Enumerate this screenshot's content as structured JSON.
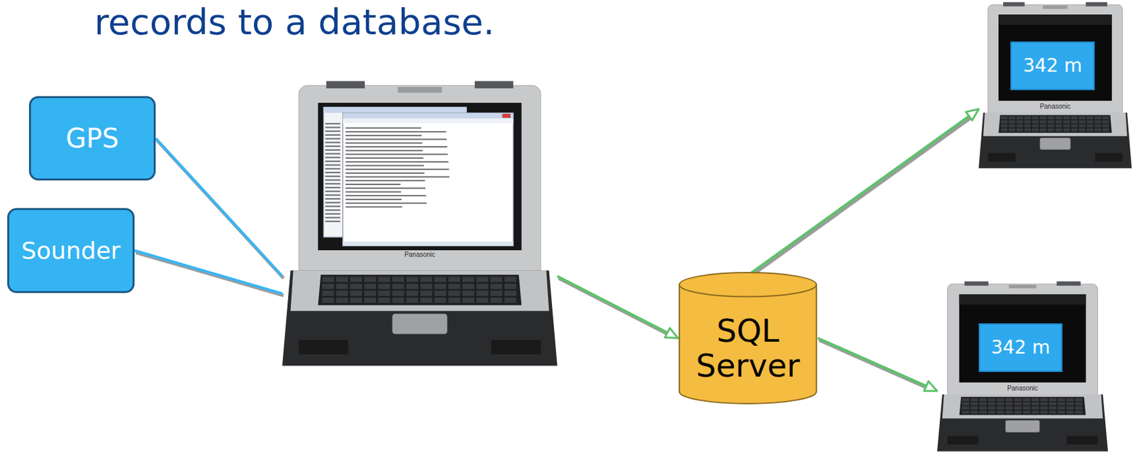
{
  "diagram": {
    "title": "records to a database.",
    "nodes": [
      {
        "text": [
          "GPS"
        ]
      },
      {
        "text": [
          "Sounder"
        ]
      },
      {
        "text": [
          "Panasonic"
        ]
      },
      {
        "text": [
          "SQL Server"
        ]
      },
      {
        "text": [
          "Panasonic"
        ]
      },
      {
        "text": [
          "342 m"
        ],
        "in": 4
      },
      {
        "text": [
          "Panasonic"
        ]
      },
      {
        "text": [
          "342 m"
        ],
        "in": 6
      }
    ],
    "edges": [
      {
        "from": 0,
        "to": 2,
        "arrow": "none"
      },
      {
        "from": 1,
        "to": 2,
        "arrow": "none"
      },
      {
        "from": 2,
        "to": 3,
        "arrow": "to"
      },
      {
        "from": 3,
        "to": 4,
        "arrow": "to"
      },
      {
        "from": 3,
        "to": 6,
        "arrow": "to"
      }
    ]
  }
}
